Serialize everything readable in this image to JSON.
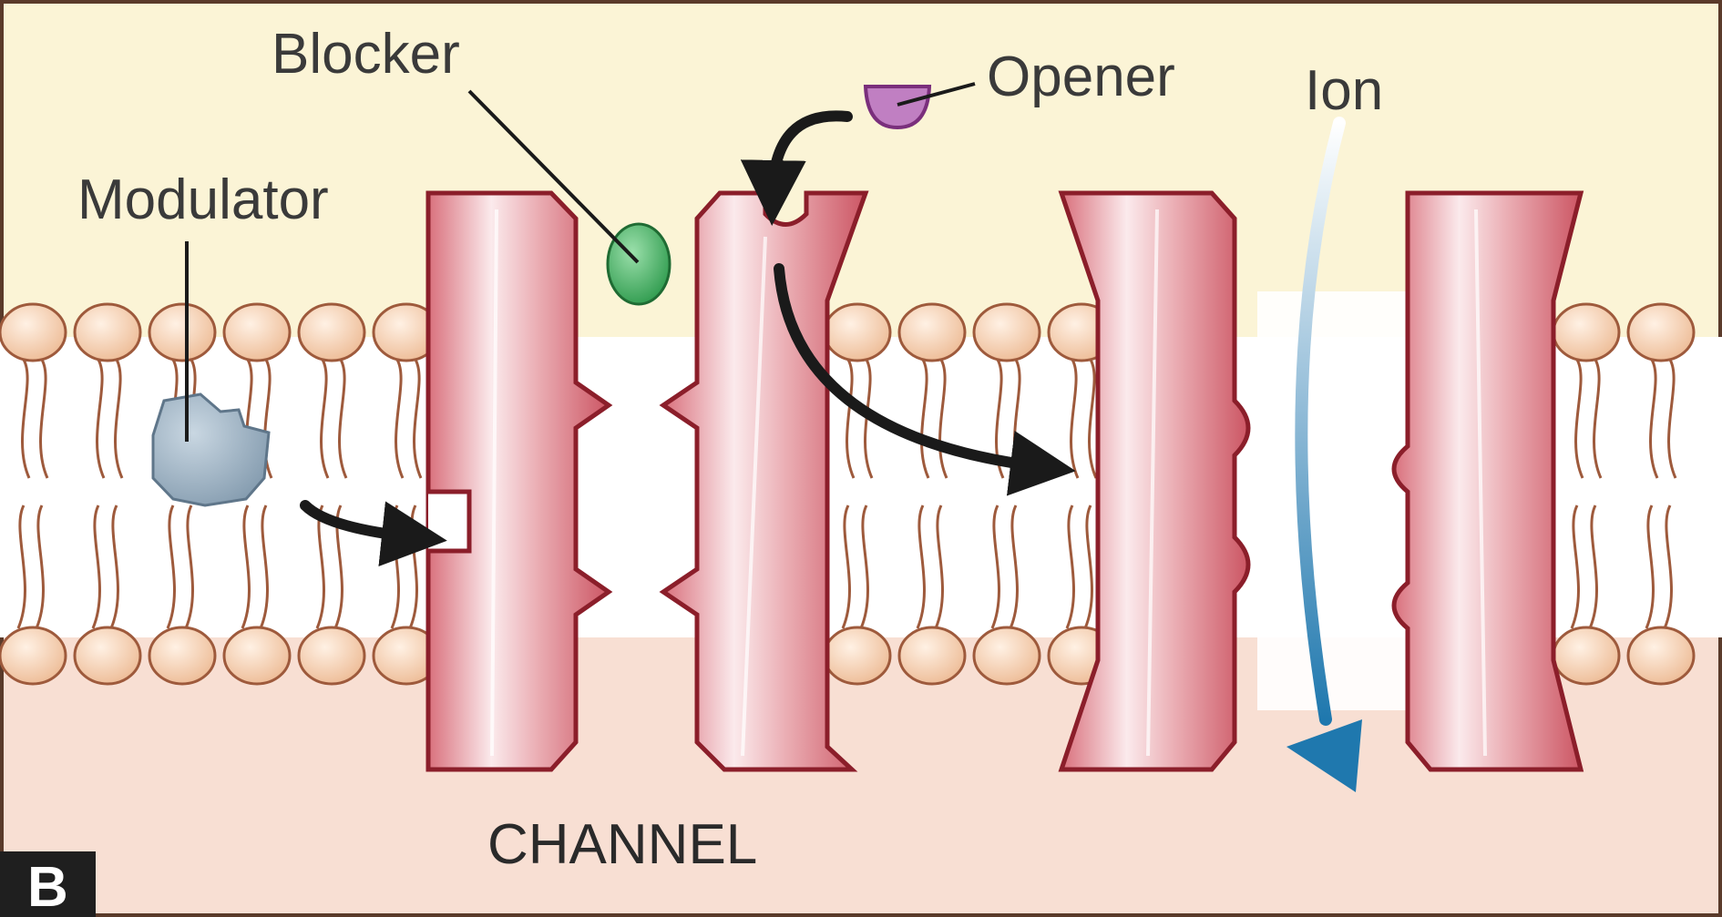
{
  "labels": {
    "blocker": "Blocker",
    "opener": "Opener",
    "ion": "Ion",
    "modulator": "Modulator",
    "channel": "CHANNEL",
    "panel": "B"
  },
  "colors": {
    "extracellular": "#FBF4D6",
    "intracellular": "#F8DFD3",
    "lipid_head": "#F2C5A2",
    "lipid_outline": "#9E5A3C",
    "protein_fill": "#E7A3A9",
    "protein_outline": "#8B1E2A",
    "blocker": "#3DAA5C",
    "opener": "#C07FC2",
    "modulator": "#8FA6B8",
    "ion_arrow": "#2C7FB0",
    "arrow": "#1A1A1A"
  },
  "icons": {
    "blocker": "green-oval",
    "opener": "purple-half-disc",
    "modulator": "grey-irregular-block"
  }
}
